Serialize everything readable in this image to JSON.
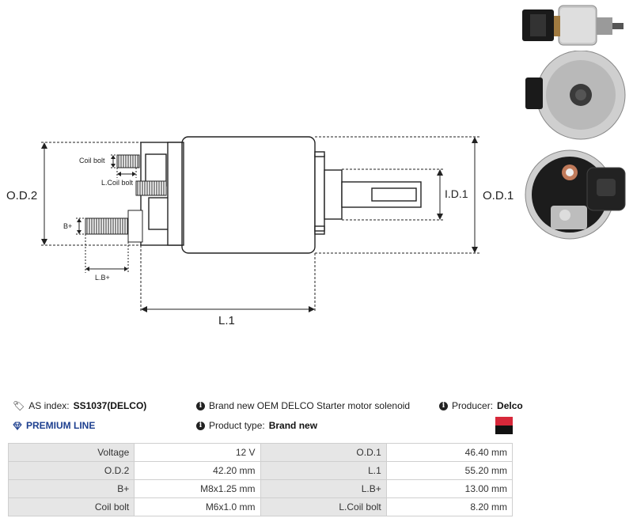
{
  "drawing": {
    "dimension_labels": {
      "od2": "O.D.2",
      "od1": "O.D.1",
      "id1": "I.D.1",
      "l1": "L.1",
      "coil_bolt": "Coil bolt",
      "l_coil_bolt": "L.Coil bolt",
      "b_plus": "B+",
      "l_b_plus": "L.B+"
    }
  },
  "info": {
    "as_index_label": "AS index:",
    "as_index_value": "SS1037(DELCO)",
    "premium_line": "PREMIUM LINE",
    "description": "Brand new OEM DELCO Starter motor solenoid",
    "product_type_label": "Product type:",
    "product_type_value": "Brand new",
    "producer_label": "Producer:",
    "producer_value": "Delco",
    "colors": {
      "swatch_top": "#d7283a",
      "swatch_bottom": "#111111",
      "premium": "#1d3f8f"
    }
  },
  "specs": [
    [
      "Voltage",
      "12 V",
      "O.D.1",
      "46.40 mm"
    ],
    [
      "O.D.2",
      "42.20 mm",
      "L.1",
      "55.20 mm"
    ],
    [
      "B+",
      "M8x1.25 mm",
      "L.B+",
      "13.00 mm"
    ],
    [
      "Coil bolt",
      "M6x1.0 mm",
      "L.Coil bolt",
      "8.20 mm"
    ]
  ]
}
